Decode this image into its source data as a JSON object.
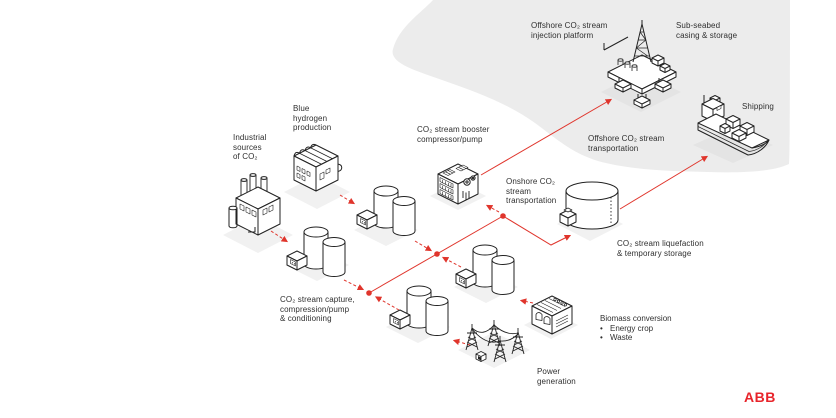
{
  "colors": {
    "accent_red": "#e0352c",
    "logo_red": "#e8242b",
    "swoosh_gray": "#ececec",
    "shadow_gray": "#f1f1f1",
    "shadow_on_gray": "#e4e4e4",
    "lineart_black": "#222222",
    "text_gray": "#2f2f2f"
  },
  "logo": {
    "text": "ABB"
  },
  "nodes": {
    "industrial_sources": {
      "label": "Industrial\nsources\nof CO₂"
    },
    "blue_hydrogen": {
      "label": "Blue\nhydrogen\nproduction"
    },
    "capture": {
      "label": "CO₂ stream capture,\ncompression/pump\n& conditioning"
    },
    "booster": {
      "label": "CO₂ stream booster\ncompressor/pump"
    },
    "onshore_transport": {
      "label": "Onshore CO₂\nstream\ntransportation"
    },
    "offshore_platform": {
      "label": "Offshore CO₂ stream\ninjection platform"
    },
    "subseabed": {
      "label": "Sub-seabed\ncasing & storage"
    },
    "shipping": {
      "label": "Shipping"
    },
    "offshore_transport": {
      "label": "Offshore CO₂ stream\ntransportation"
    },
    "liquefaction": {
      "label": "CO₂ stream liquefaction\n& temporary storage"
    },
    "biomass": {
      "label": "Biomass conversion",
      "items": [
        {
          "bullet": "•",
          "text": "Energy crop"
        },
        {
          "bullet": "•",
          "text": "Waste"
        }
      ]
    },
    "power": {
      "label": "Power\ngeneration"
    }
  },
  "icons": {
    "factory-icon": "industrial emissions plant",
    "hydrogen-plant-icon": "blue hydrogen production plant",
    "tank-cluster-icon": "CO₂ capture / compression unit with storage cylinders",
    "compressor-icon": "CO₂ stream booster compressor/pump",
    "storage-tank-icon": "CO₂ liquefaction & temporary storage tank",
    "platform-icon": "offshore CO₂ injection platform",
    "ship-icon": "CO₂ carrier ship",
    "biomass-plant-icon": "biomass conversion plant",
    "power-towers-icon": "power generation transmission towers",
    "junction-dot": "pipeline junction node"
  },
  "connections": [
    {
      "from": "industrial-sources",
      "to": "capture-unit-1",
      "style": "dashed"
    },
    {
      "from": "blue-hydrogen",
      "to": "capture-unit-2",
      "style": "dashed"
    },
    {
      "from": "capture-unit-1",
      "to": "junction-1",
      "style": "dashed"
    },
    {
      "from": "capture-unit-3",
      "to": "junction-1",
      "style": "dashed"
    },
    {
      "from": "capture-unit-2",
      "to": "junction-2",
      "style": "dashed"
    },
    {
      "from": "capture-unit-4",
      "to": "junction-2",
      "style": "dashed"
    },
    {
      "from": "junction-1",
      "to": "junction-3",
      "style": "solid"
    },
    {
      "from": "junction-3",
      "to": "booster-compressor",
      "style": "dashed"
    },
    {
      "from": "booster-compressor",
      "to": "offshore-platform",
      "style": "solid"
    },
    {
      "from": "junction-3",
      "to": "liquefaction-storage",
      "style": "solid"
    },
    {
      "from": "liquefaction-storage",
      "to": "shipping",
      "style": "solid"
    },
    {
      "from": "power-generation",
      "to": "capture-unit-3",
      "style": "dashed"
    },
    {
      "from": "biomass-conversion",
      "to": "capture-unit-4",
      "style": "dashed"
    }
  ]
}
